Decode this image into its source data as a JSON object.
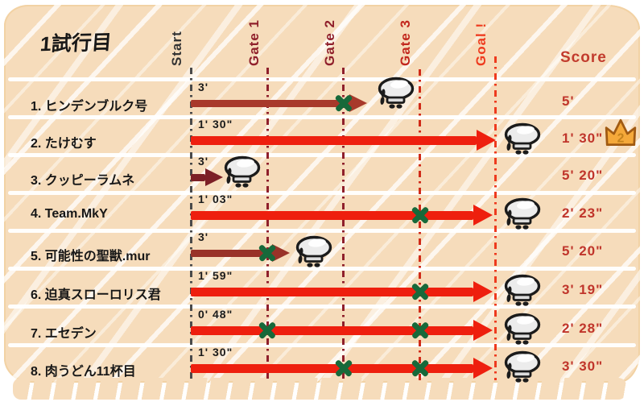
{
  "title": "1試行目",
  "columns": {
    "start": "Start",
    "gate1": "Gate 1",
    "gate2": "Gate 2",
    "gate3": "Gate 3",
    "goal": "Goal !",
    "score_header": "Score"
  },
  "rows": [
    {
      "name": "1. ヒンデンブルク号",
      "time": "3'",
      "score": "5'"
    },
    {
      "name": "2. たけむす",
      "time": "1' 30\"",
      "score": "1' 30\""
    },
    {
      "name": "3. クッピーラムネ",
      "time": "3'",
      "score": "5' 20\""
    },
    {
      "name": "4. Team.MkY",
      "time": "1' 03\"",
      "score": "2' 23\""
    },
    {
      "name": "5. 可能性の聖獣.mur",
      "time": "3'",
      "score": "5' 20\""
    },
    {
      "name": "6. 迫真スローロリス君",
      "time": "1' 59\"",
      "score": "3' 19\""
    },
    {
      "name": "7. エセデン",
      "time": "0' 48\"",
      "score": "2' 28\""
    },
    {
      "name": "8. 肉うどん11杯目",
      "time": "1' 30\"",
      "score": "3' 30\""
    }
  ],
  "crown": {
    "number": "2"
  },
  "icons": {
    "blimp": "airship-blimp-icon",
    "crown": "crown-rank-badge",
    "gate_mark": "green-x-mark"
  },
  "colors": {
    "panel_background": "#f6dcbb",
    "finished_arrow": "#ee1f0e",
    "crashed_arrow_row1": "#a8392b",
    "crashed_arrow_row3": "#7c2026",
    "crashed_arrow_row5": "#993228",
    "gate_x_mark": "#17693a",
    "start_label": "#333333",
    "gate1_gate2_label": "#8f1f2b",
    "gate3_label": "#c2271d",
    "goal_label": "#ee3a1e",
    "score_text": "#c0352b",
    "crown_fill": "#f5a93a"
  },
  "chart_data": {
    "type": "bar",
    "orientation": "horizontal",
    "title": "1試行目",
    "x_axis": {
      "milestones": [
        "Start",
        "Gate 1",
        "Gate 2",
        "Gate 3",
        "Goal !"
      ],
      "milestone_units": [
        0,
        1,
        2,
        3,
        4
      ]
    },
    "score_column_label": "Score",
    "categories": [
      "1. ヒンデンブルク号",
      "2. たけむす",
      "3. クッピーラムネ",
      "4. Team.MkY",
      "5. 可能性の聖獣.mur",
      "6. 迫真スローロリス君",
      "7. エセデン",
      "8. 肉うどん11杯目"
    ],
    "series": [
      {
        "team": "ヒンデンブルク号",
        "elapsed_time": "3'",
        "score": "5'",
        "progress_units": 2.35,
        "finished": false,
        "x_marks_at": [
          "Gate 2"
        ],
        "arrow_style": "dark-red-crashed"
      },
      {
        "team": "たけむす",
        "elapsed_time": "1' 30\"",
        "score": "1' 30\"",
        "progress_units": 4,
        "finished": true,
        "x_marks_at": [],
        "arrow_style": "red-finished",
        "crown_badge": "2"
      },
      {
        "team": "クッピーラムネ",
        "elapsed_time": "3'",
        "score": "5' 20\"",
        "progress_units": 0.45,
        "finished": false,
        "x_marks_at": [],
        "arrow_style": "dark-red-crashed"
      },
      {
        "team": "Team.MkY",
        "elapsed_time": "1' 03\"",
        "score": "2' 23\"",
        "progress_units": 4,
        "finished": true,
        "x_marks_at": [
          "Gate 3"
        ],
        "arrow_style": "red-finished"
      },
      {
        "team": "可能性の聖獣.mur",
        "elapsed_time": "3'",
        "score": "5' 20\"",
        "progress_units": 1.3,
        "finished": false,
        "x_marks_at": [
          "Gate 1"
        ],
        "arrow_style": "dark-red-crashed"
      },
      {
        "team": "迫真スローロリス君",
        "elapsed_time": "1' 59\"",
        "score": "3' 19\"",
        "progress_units": 4,
        "finished": true,
        "x_marks_at": [
          "Gate 3"
        ],
        "arrow_style": "red-finished"
      },
      {
        "team": "エセデン",
        "elapsed_time": "0' 48\"",
        "score": "2' 28\"",
        "progress_units": 4,
        "finished": true,
        "x_marks_at": [
          "Gate 1",
          "Gate 3"
        ],
        "arrow_style": "red-finished"
      },
      {
        "team": "肉うどん11杯目",
        "elapsed_time": "1' 30\"",
        "score": "3' 30\"",
        "progress_units": 4,
        "finished": true,
        "x_marks_at": [
          "Gate 2",
          "Gate 3"
        ],
        "arrow_style": "red-finished"
      }
    ]
  }
}
